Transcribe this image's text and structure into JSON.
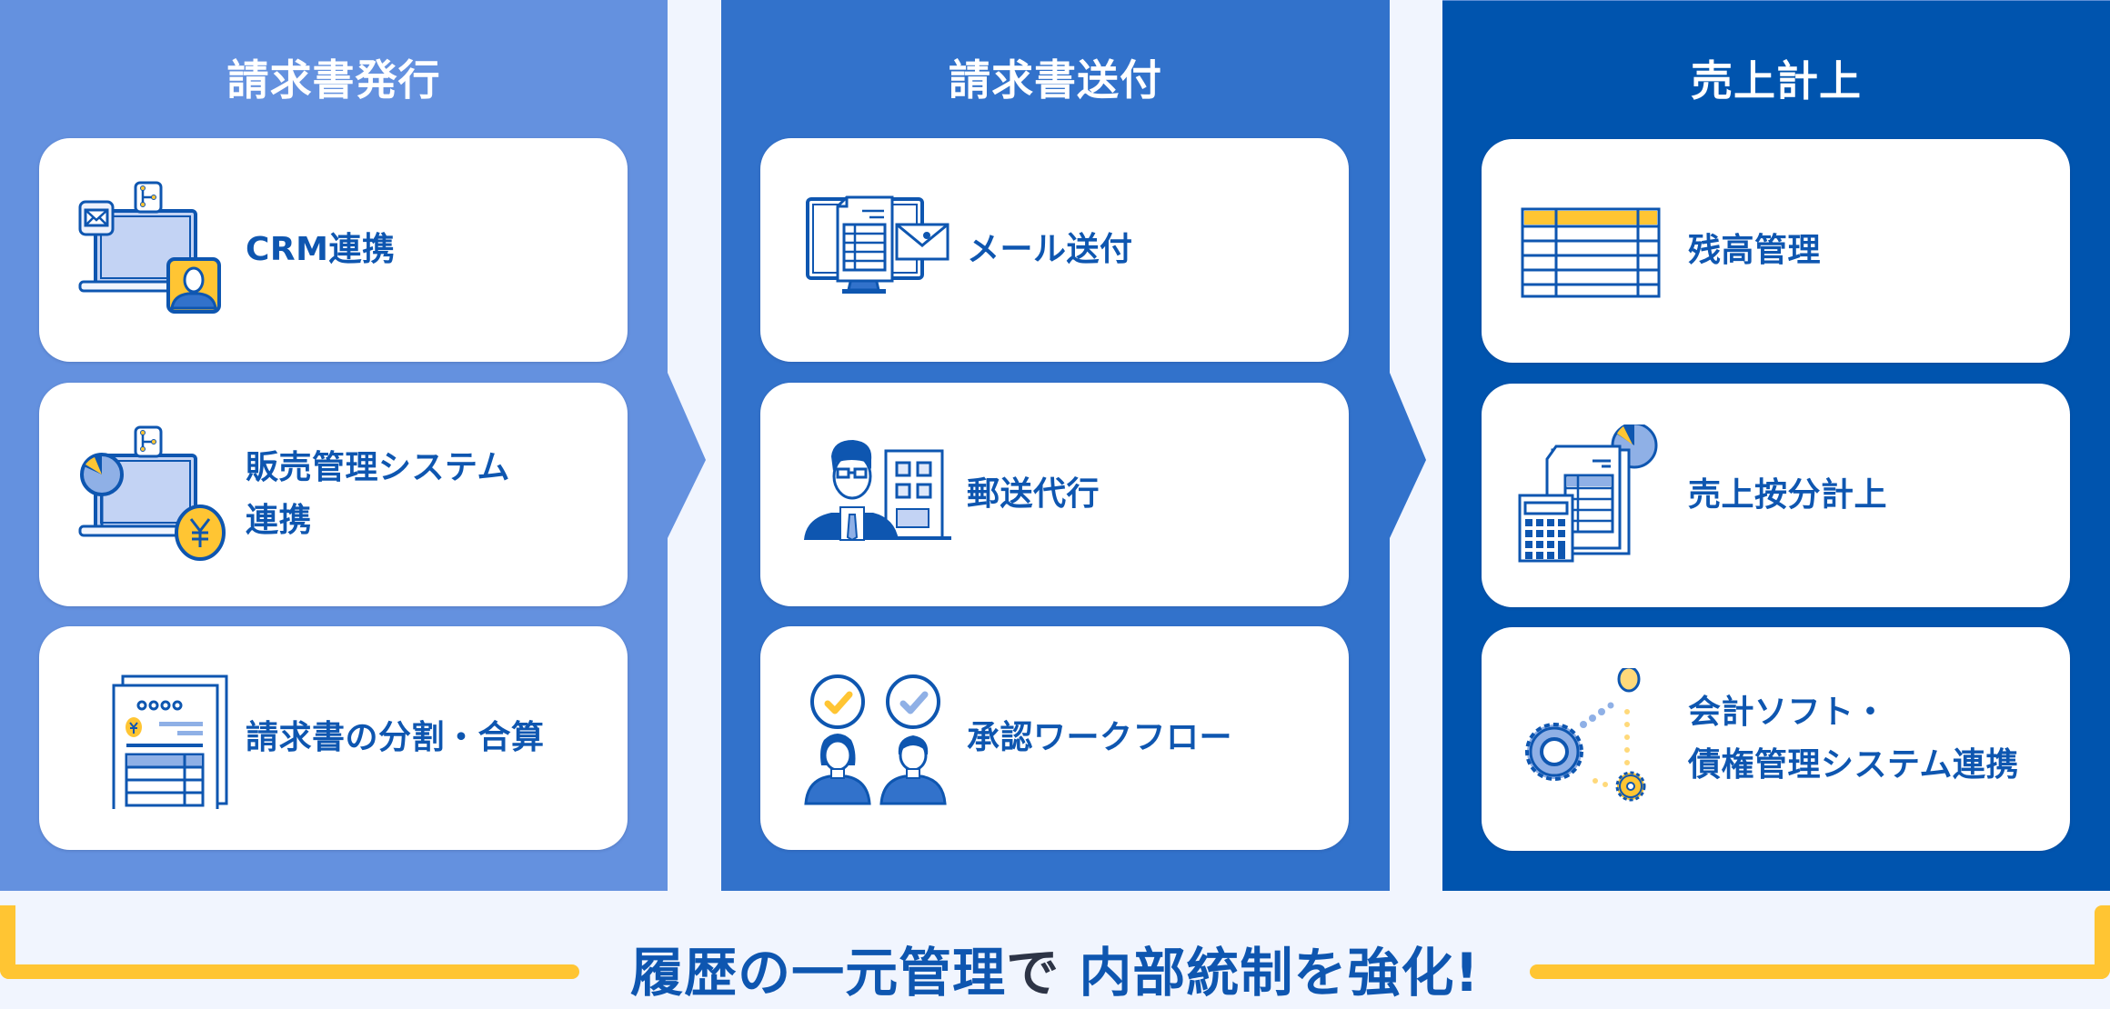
{
  "colors": {
    "background": "#f1f5fe",
    "column_1": "#6491df",
    "column_2": "#3272cb",
    "column_3": "#0054ae",
    "text_blue": "#0e56b0",
    "accent_yellow": "#ffc533",
    "dark_text": "#2d3446"
  },
  "columns": [
    {
      "title": "請求書発行",
      "cards": [
        {
          "label": "CRM連携",
          "icon": "crm-laptop-icon"
        },
        {
          "label": "販売管理システム\n連携",
          "icon": "sales-management-laptop-icon"
        },
        {
          "label": "請求書の分割・合算",
          "icon": "invoice-document-icon"
        }
      ]
    },
    {
      "title": "請求書送付",
      "cards": [
        {
          "label": "メール送付",
          "icon": "email-monitor-icon"
        },
        {
          "label": "郵送代行",
          "icon": "postal-agent-building-icon"
        },
        {
          "label": "承認ワークフロー",
          "icon": "approval-people-check-icon"
        }
      ]
    },
    {
      "title": "売上計上",
      "cards": [
        {
          "label": "残高管理",
          "icon": "balance-table-icon"
        },
        {
          "label": "売上按分計上",
          "icon": "calculator-document-pie-icon"
        },
        {
          "label": "会計ソフト・\n債権管理システム連携",
          "icon": "gears-integration-icon"
        }
      ]
    }
  ],
  "footer": {
    "part1": "履歴の一元管理",
    "part2": "で",
    "part3": "内部統制を強化!"
  }
}
